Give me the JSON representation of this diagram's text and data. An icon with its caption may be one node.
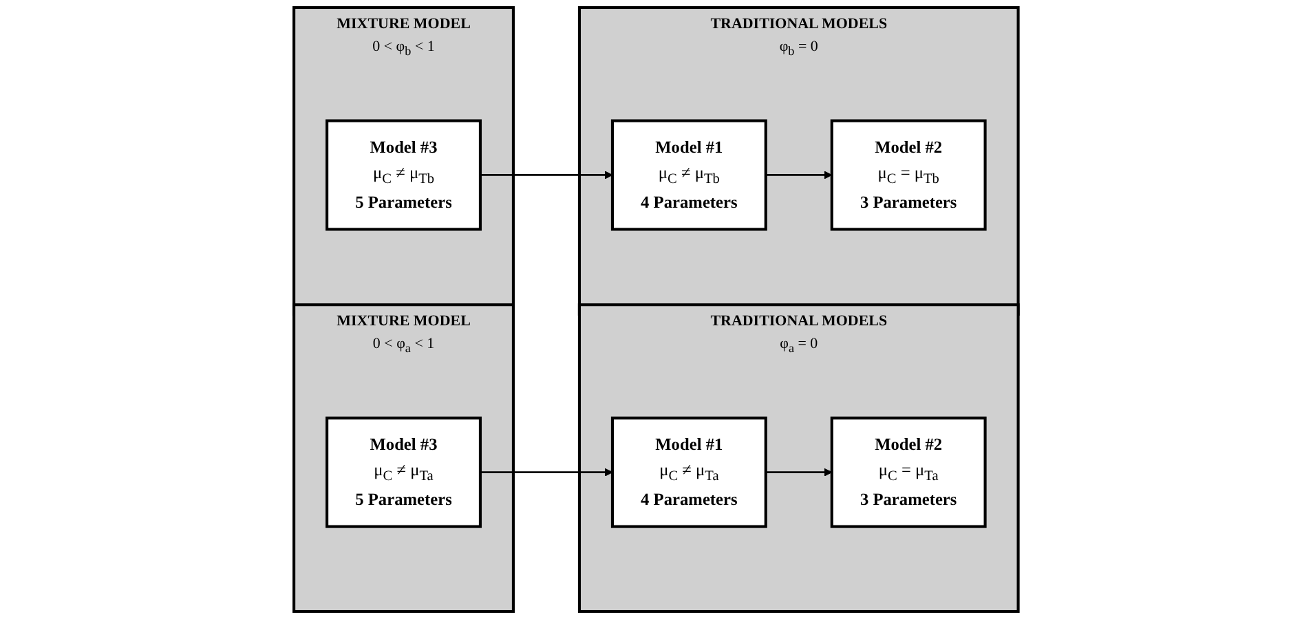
{
  "diagram": {
    "nodes": [
      {
        "text": [
          "MIXTURE MODEL",
          "0 < φ$_{a}$ < 1"
        ]
      },
      {
        "text": [
          "Model #3",
          "μ$_{C}$ ≠ μ$_{Ta}$",
          "5 Parameters"
        ],
        "in": 0
      },
      {
        "text": [
          "TRADITIONAL MODELS",
          "φ$_{a}$ = 0"
        ]
      },
      {
        "text": [
          "Model #1",
          "μ$_{C}$ ≠ μ$_{Ta}$",
          "4 Parameters"
        ],
        "in": 2
      },
      {
        "text": [
          "Model #2",
          "μ$_{C}$ = μ$_{Ta}$",
          "3 Parameters"
        ],
        "in": 2
      },
      {
        "text": [
          "TRADITIONAL MODELS",
          "φ$_{b}$ = 0"
        ]
      },
      {
        "text": [
          "Model #1",
          "μ$_{C}$ ≠ μ$_{Tb}$",
          "4 Parameters"
        ],
        "in": 5
      },
      {
        "text": [
          "Model #2",
          "μ$_{C}$ = μ$_{Tb}$",
          "3 Parameters"
        ],
        "in": 5
      },
      {
        "text": [
          "MIXTURE MODEL",
          "0 < φ$_{b}$ < 1"
        ]
      },
      {
        "text": [
          "Model #3",
          "μ$_{C}$ ≠ μ$_{Tb}$",
          "5 Parameters"
        ],
        "in": 8
      }
    ],
    "edges": [
      {
        "from": 1,
        "to": 3,
        "arrow": "to"
      },
      {
        "from": 3,
        "to": 4,
        "arrow": "to"
      },
      {
        "from": 9,
        "to": 6,
        "arrow": "to"
      },
      {
        "from": 6,
        "to": 7,
        "arrow": "to"
      }
    ]
  }
}
